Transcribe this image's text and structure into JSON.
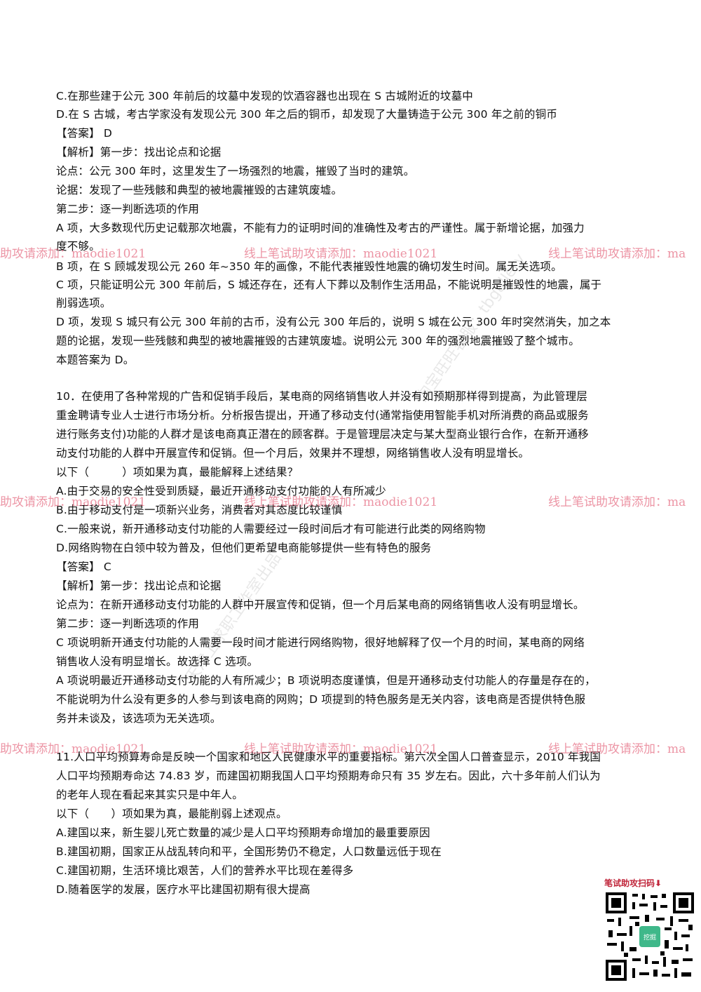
{
  "lines": [
    "C.在那些建于公元 300 年前后的坟墓中发现的饮酒容器也出现在 S 古城附近的坟墓中",
    "D.在 S 古城，考古学家没有发现公元 300 年之后的铜币，却发现了大量铸造于公元 300 年之前的铜币",
    "【答案】 D",
    "【解析】第一步：找出论点和论据",
    "论点：公元 300 年时，这里发生了一场强烈的地震，摧毁了当时的建筑。",
    "论据：发现了一些残骸和典型的被地震摧毁的古建筑废墟。",
    "第二步：逐一判断选项的作用",
    "A 项，大多数现代历史记载那次地震，不能有力的证明时间的准确性及考古的严谨性。属于新增论据，加强力",
    "度不够。",
    "B 项，在 S 顾城发现公元 260 年~350 年的画像，不能代表摧毁性地震的确切发生时间。属无关选项。",
    "C 项，只能证明公元 300 年前后，S 城还存在，还有人下葬以及制作生活用品，不能说明是摧毁性的地震，属于",
    "削弱选项。",
    "D 项，发现 S 城只有公元 300 年前的古币，没有公元 300 年后的，说明 S 城在公元 300 年时突然消失，加之本",
    "题的论据，发现一些残骸和典型的被地震摧毁的古建筑废墟。说明公元 300 年的强烈地震摧毁了整个城市。",
    "本题答案为 D。",
    "10．在使用了各种常规的广告和促销手段后，某电商的网络销售收人并没有如预期那样得到提高，为此管理层",
    "重金聘请专业人士进行市场分析。分析报告提出，开通了移动支付(通常指使用智能手机对所消费的商品或服务",
    "进行账务支付)功能的人群才是该电商真正潜在的顾客群。于是管理层决定与某大型商业银行合作，在新开通移",
    "动支付功能的人群中开展宣传和促销。但一个月后，效果并不理想，网络销售收人没有明显增长。",
    "以下（　　　）项如果为真，最能解释上述结果？",
    "A.由于交易的安全性受到质疑，最近开通移动支付功能的人有所减少",
    "B.由于移动支付是一项新兴业务，消费者对其态度比较谨慎",
    "C.一般来说，新开通移动支付功能的人需要经过一段时间后才有可能进行此类的网络购物",
    "D.网络购物在白领中较为普及，但他们更希望电商能够提供一些有特色的服务",
    "【答案】 C",
    " 【解析】第一步：找出论点和论据",
    "论点为：在新开通移动支付功能的人群中开展宣传和促销，但一个月后某电商的网络销售收人没有明显增长。",
    "第二步：逐一判断选项的作用",
    "C 项说明新开通支付功能的人需要一段时间才能进行网络购物，很好地解释了仅一个月的时间，某电商的网络",
    "销售收人没有明显增长。故选择 C 选项。",
    "A 项说明最近开通移动支付功能的人有所减少；B 项说明态度谨慎，但是开通移动支付功能人的存量是存在的，",
    "不能说明为什么没有更多的人参与到该电商的网购；D 项提到的特色服务是无关内容，该电商是否提供特色服",
    "务并未谈及，该选项为无关选项。",
    "11.人口平均预算寿命是反映一个国家和地区人民健康水平的重要指标。第六次全国人口普查显示，2010 年我国",
    "人口平均预期寿命达 74.83 岁，而建国初期我国人口平均预期寿命只有 35 岁左右。因此，六十多年前人们认为",
    "的老年人现在看起来其实只是中年人。",
    "以下（　　）项如果为真，最能削弱上述观点。",
    "A.建国以来，新生婴儿死亡数量的减少是人口平均预期寿命增加的最重要原因",
    "B.建国初期，国家正从战乱转向和平，全国形势仍不稳定，人口数量远低于现在",
    "C.建国初期，生活环境比艰苦，人们的营养水平比现在差得多",
    "D.随着医学的发展，医疗水平比建国初期有很大提高"
  ],
  "watermarks": {
    "left": "助攻请添加：maodie1021",
    "center": "线上笔试助攻请添加：maodie1021",
    "right": "线上笔试助攻请添加：ma"
  },
  "diagonal": {
    "a": "淘宝旺旺客服：tbgallery",
    "b": "天津上求职工作室出品"
  },
  "qr": {
    "title": "笔试助攻扫码⬇",
    "center_label": "挖掘"
  }
}
